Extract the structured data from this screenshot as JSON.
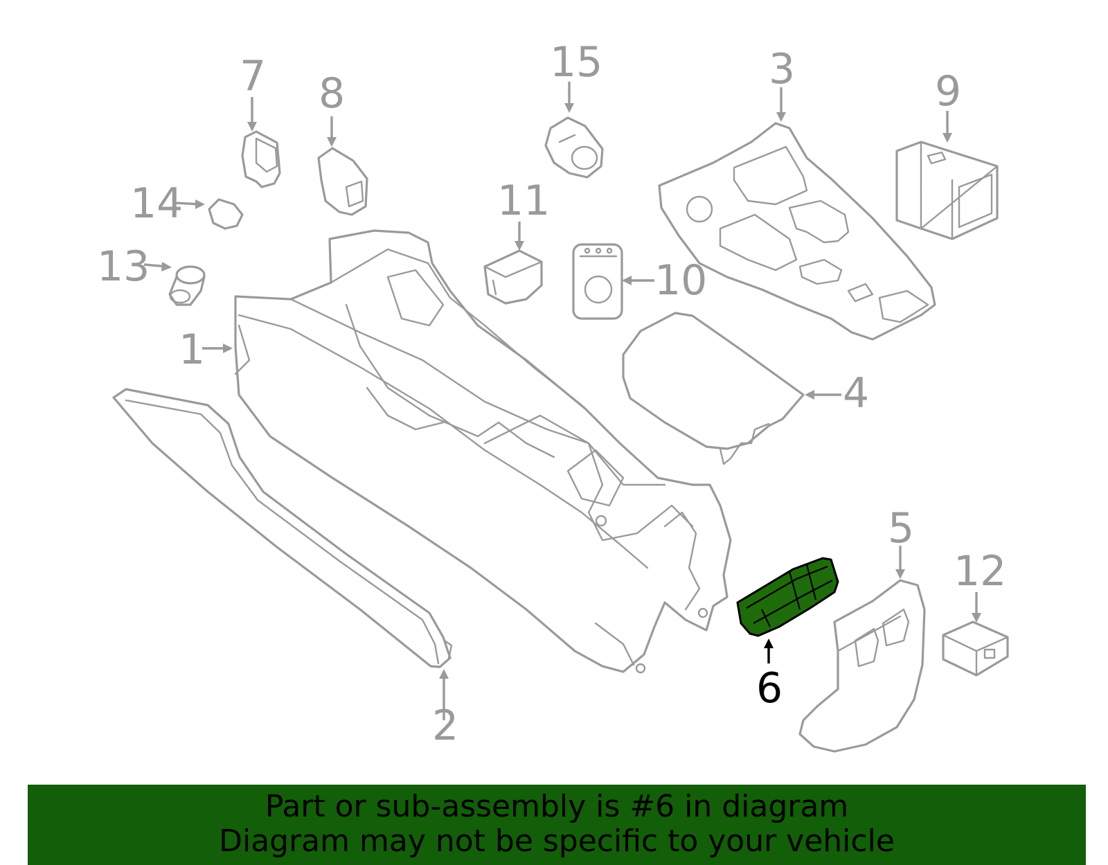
{
  "diagram": {
    "callouts": [
      "1",
      "2",
      "3",
      "4",
      "5",
      "6",
      "7",
      "8",
      "9",
      "10",
      "11",
      "12",
      "13",
      "14",
      "15"
    ],
    "highlighted_callout": "6",
    "colors": {
      "line": "#9a9a9a",
      "highlight_fill": "#1f6b0c",
      "banner": "#135e08",
      "text_highlight": "#000000"
    }
  },
  "banner": {
    "line1": "Part or sub-assembly is #6 in diagram",
    "line2": "Diagram may not be specific to your vehicle"
  }
}
